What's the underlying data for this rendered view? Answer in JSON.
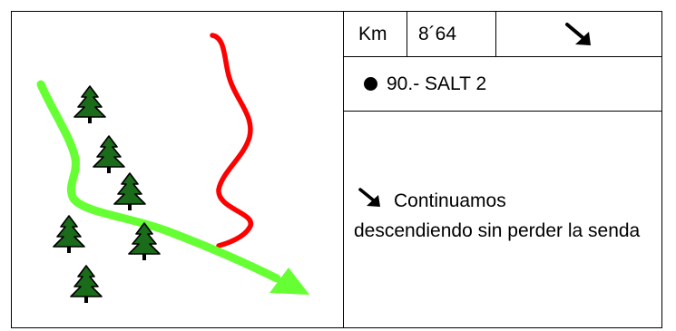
{
  "map": {
    "icons": [
      "pine-tree-icon",
      "main-route-arrow-icon",
      "alternate-path-icon"
    ],
    "colors": {
      "main_route": "#66ff33",
      "alternate_path": "#ff0000",
      "tree_fill": "#1a6b1a"
    }
  },
  "header": {
    "km_label": "Km",
    "distance": "8´64",
    "direction_icon": "arrow-down-right-icon"
  },
  "waypoint": {
    "label": "90.- SALT 2"
  },
  "instruction": {
    "icon": "arrow-down-right-icon",
    "text_first": "Continuamos",
    "text_rest": "descendiendo sin perder la senda"
  }
}
